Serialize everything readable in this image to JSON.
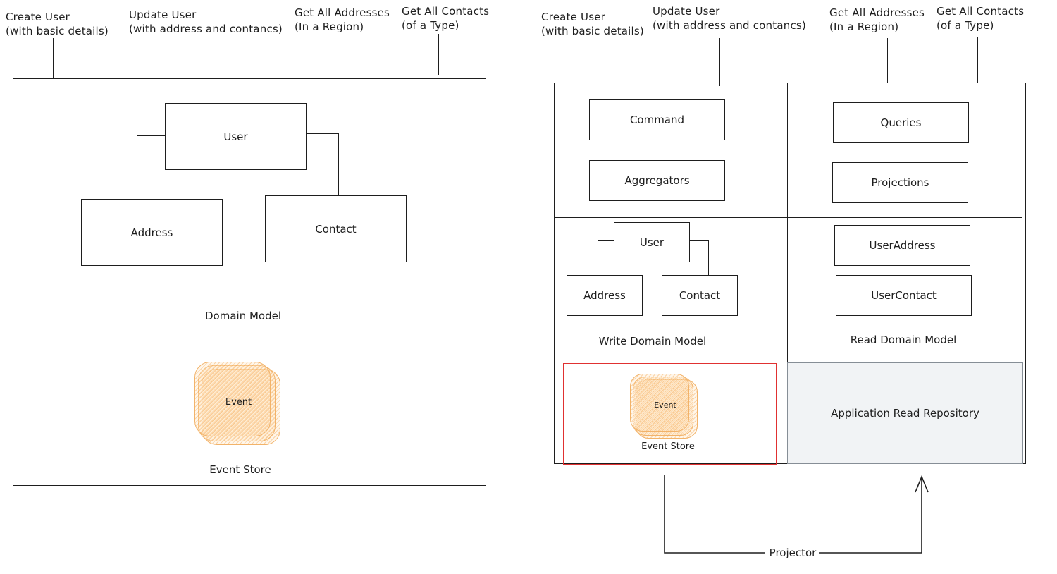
{
  "left": {
    "ops": [
      {
        "line1": "Create User",
        "line2": "(with basic details)"
      },
      {
        "line1": "Update User",
        "line2": "(with address and contancs)"
      },
      {
        "line1": "Get All Addresses",
        "line2": "(In a Region)"
      },
      {
        "line1": "Get All Contacts",
        "line2": "(of a Type)"
      }
    ],
    "user": "User",
    "address": "Address",
    "contact": "Contact",
    "domain_model": "Domain Model",
    "event": "Event",
    "event_store": "Event Store"
  },
  "right": {
    "ops": [
      {
        "line1": "Create User",
        "line2": "(with basic details)"
      },
      {
        "line1": "Update User",
        "line2": "(with address and contancs)"
      },
      {
        "line1": "Get All Addresses",
        "line2": "(In a Region)"
      },
      {
        "line1": "Get All Contacts",
        "line2": "(of a Type)"
      }
    ],
    "command": "Command",
    "aggregators": "Aggregators",
    "queries": "Queries",
    "projections": "Projections",
    "user": "User",
    "address": "Address",
    "contact": "Contact",
    "write_model": "Write Domain Model",
    "user_address": "UserAddress",
    "user_contact": "UserContact",
    "read_model": "Read Domain Model",
    "event": "Event",
    "event_store": "Event Store",
    "read_repo": "Application Read Repository",
    "projector": "Projector"
  },
  "colors": {
    "stroke": "#1e1e1e",
    "event_fill": "#ffd8a8",
    "event_stroke": "#f2b36a",
    "event_store_border": "#e03131",
    "read_repo_fill": "#f1f3f5"
  }
}
